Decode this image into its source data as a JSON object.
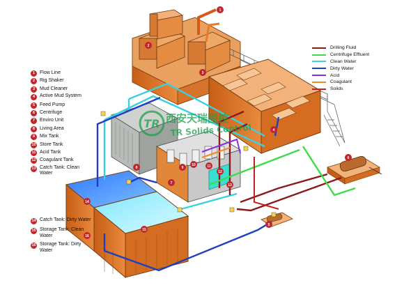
{
  "diagram": {
    "watermark": {
      "chinese": "西安天瑞固控",
      "english": "TR Solids Control",
      "logo_letters": "TR"
    },
    "callout_numbers": [
      "1",
      "2",
      "3",
      "4",
      "5",
      "6",
      "7",
      "8",
      "9",
      "10",
      "11",
      "12",
      "13",
      "14",
      "15",
      "16"
    ],
    "legend_items": [
      {
        "num": "1",
        "label": "Flow Line"
      },
      {
        "num": "2",
        "label": "Rig Shaker"
      },
      {
        "num": "3",
        "label": "Mud Cleaner"
      },
      {
        "num": "4",
        "label": "Active Mud System"
      },
      {
        "num": "5",
        "label": "Feed Pump"
      },
      {
        "num": "6",
        "label": "Centrifuge"
      },
      {
        "num": "7",
        "label": "Enviro Unit"
      },
      {
        "num": "8",
        "label": "Living Area"
      },
      {
        "num": "9",
        "label": "Mix Tank"
      },
      {
        "num": "10",
        "label": "Store Tank"
      },
      {
        "num": "11",
        "label": "Acid Tank"
      },
      {
        "num": "12",
        "label": "Coagulant Tank"
      },
      {
        "num": "13",
        "label": "Catch Tank: Clean Water"
      }
    ],
    "legend_items_lower": [
      {
        "num": "14",
        "label": "Catch Tank: Dirty Water"
      },
      {
        "num": "15",
        "label": "Storage Tank: Clean Water"
      },
      {
        "num": "16",
        "label": "Storage Tank: Dirty Water"
      }
    ],
    "flow_legend": [
      {
        "label": "Drilling Fluid",
        "color": "#8b1a1a"
      },
      {
        "label": "Centrifuge Effluent",
        "color": "#3ddc4a"
      },
      {
        "label": "Clean Water",
        "color": "#3ad0e0"
      },
      {
        "label": "Dirty Water",
        "color": "#1f3fbf"
      },
      {
        "label": "Acid",
        "color": "#8a2be2"
      },
      {
        "label": "Coagulant",
        "color": "#f08a24"
      },
      {
        "label": "Solids",
        "color": "#c61f1f"
      }
    ]
  }
}
